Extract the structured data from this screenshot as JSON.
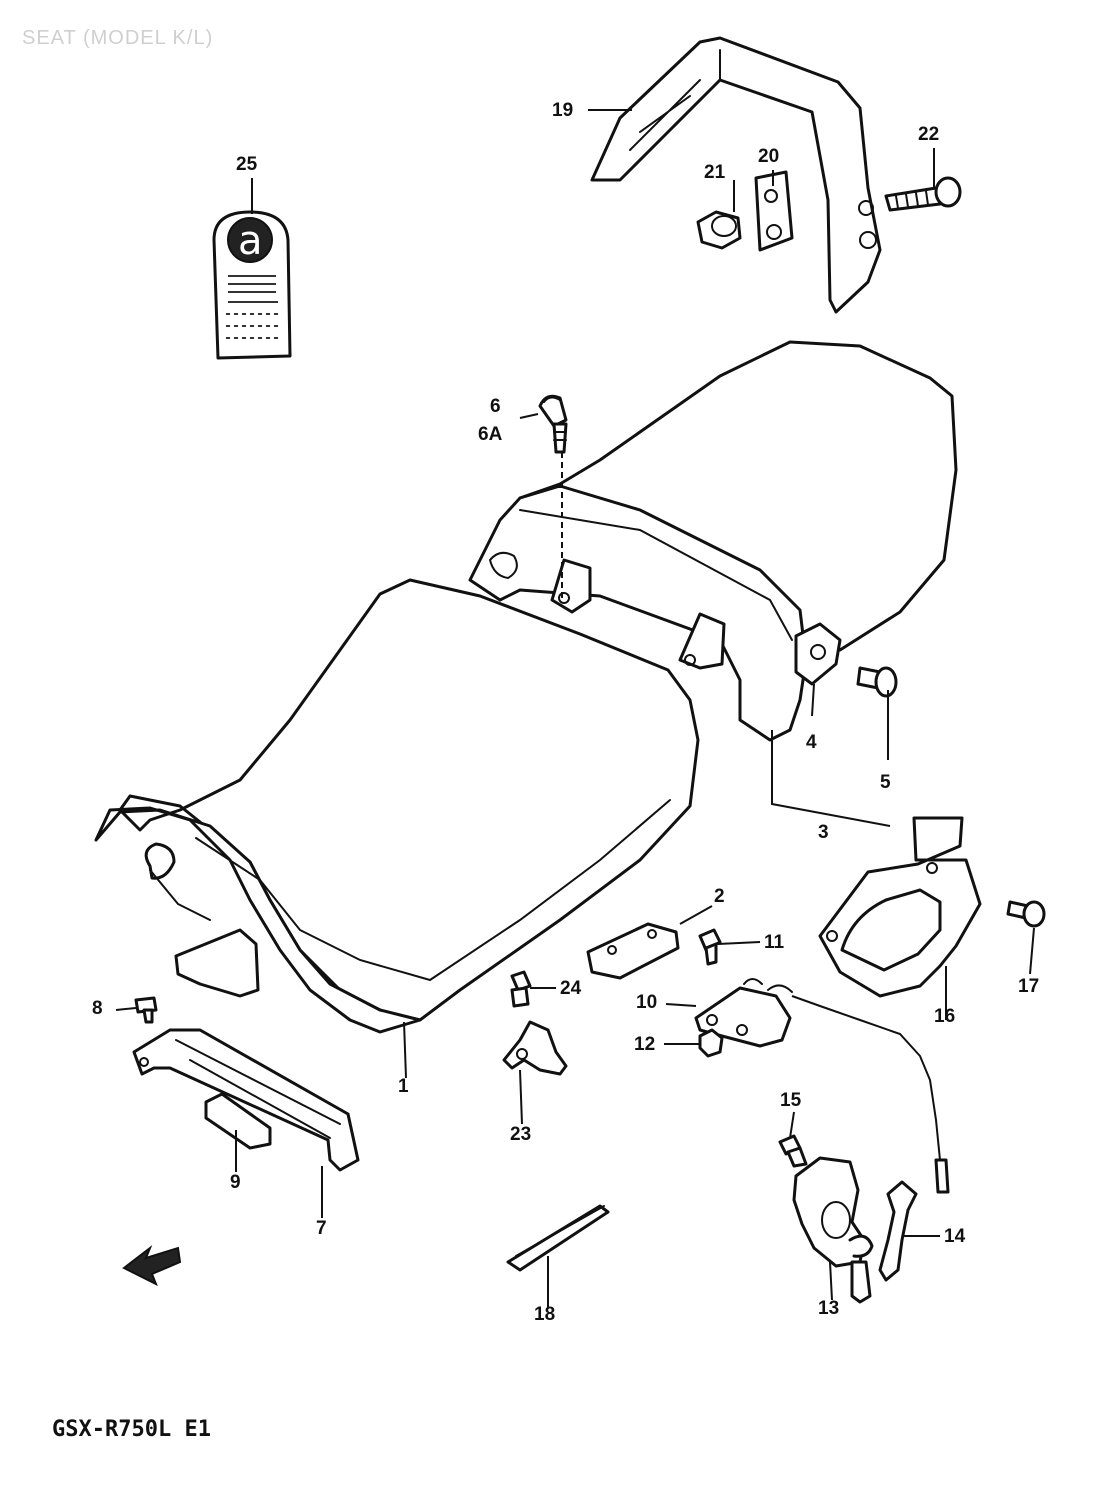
{
  "header": {
    "title": "SEAT (MODEL K/L)"
  },
  "footer": {
    "model_code": "GSX-R750L E1"
  },
  "label_tag": {
    "symbol": "a"
  },
  "callouts": {
    "c1": "1",
    "c2": "2",
    "c3": "3",
    "c4": "4",
    "c5": "5",
    "c6": "6",
    "c6a": "6A",
    "c7": "7",
    "c8": "8",
    "c9": "9",
    "c10": "10",
    "c11": "11",
    "c12": "12",
    "c13": "13",
    "c14": "14",
    "c15": "15",
    "c16": "16",
    "c17": "17",
    "c18": "18",
    "c19": "19",
    "c20": "20",
    "c21": "21",
    "c22": "22",
    "c23": "23",
    "c24": "24",
    "c25": "25"
  }
}
